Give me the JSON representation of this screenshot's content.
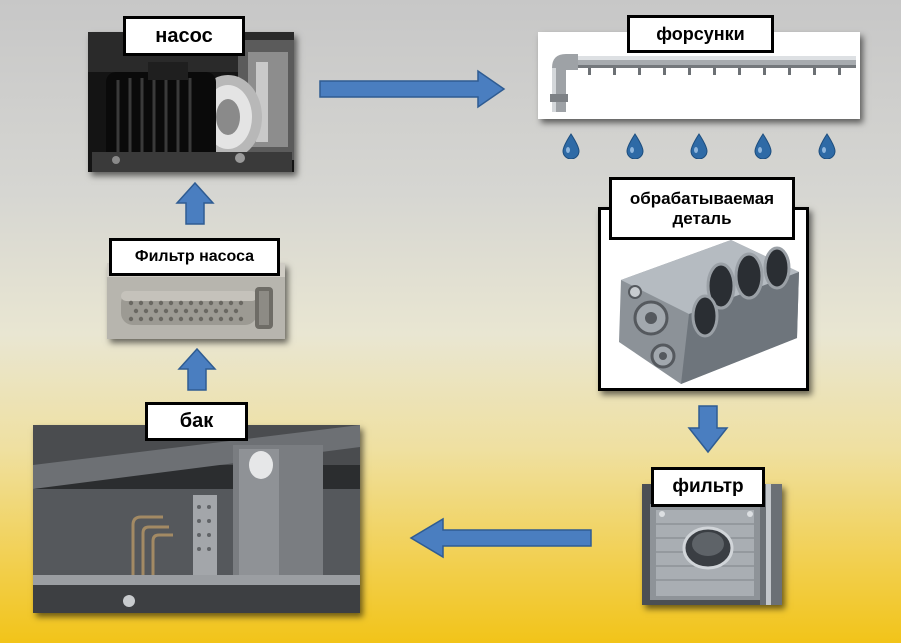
{
  "diagram": {
    "nodes": {
      "pump": {
        "label": "насос",
        "icon": "pump-photo"
      },
      "nozzles": {
        "label": "форсунки",
        "icon": "nozzle-pipe-photo"
      },
      "workpiece": {
        "label_line1": "обрабатываемая",
        "label_line2": "деталь",
        "icon": "engine-block-photo"
      },
      "filter": {
        "label": "фильтр",
        "icon": "filter-photo"
      },
      "tank": {
        "label": "бак",
        "icon": "tank-photo"
      },
      "pump_filter": {
        "label": "Фильтр насоса",
        "icon": "perforated-filter-photo"
      }
    },
    "flow": [
      "бак",
      "Фильтр насоса",
      "насос",
      "форсунки",
      "обрабатываемая деталь",
      "фильтр",
      "бак"
    ],
    "colors": {
      "arrow": "#4a7ec0",
      "arrow_outline": "#2f5c92",
      "label_border": "#000000",
      "label_fill": "#ffffff",
      "drop": "#2e6aa6"
    }
  }
}
